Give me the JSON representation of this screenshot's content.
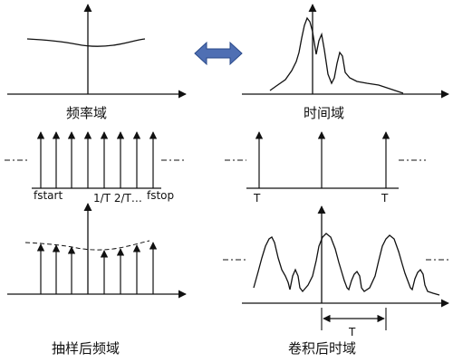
{
  "labels": {
    "freq_domain": "频率域",
    "time_domain": "时间域",
    "fstart": "fstart",
    "period_ticks": "1/T  2/T…",
    "fstop": "fstop",
    "t_left": "T",
    "t_right": "T",
    "sampled_freq": "抽样后频域",
    "convolved_time": "卷积后时域",
    "period_T": "T"
  },
  "colors": {
    "arrow": "#4f6fb3",
    "arrow_outline": "#2a4a8a",
    "ink": "#111111"
  },
  "icons": {
    "equivalence": "double-arrow-icon"
  }
}
